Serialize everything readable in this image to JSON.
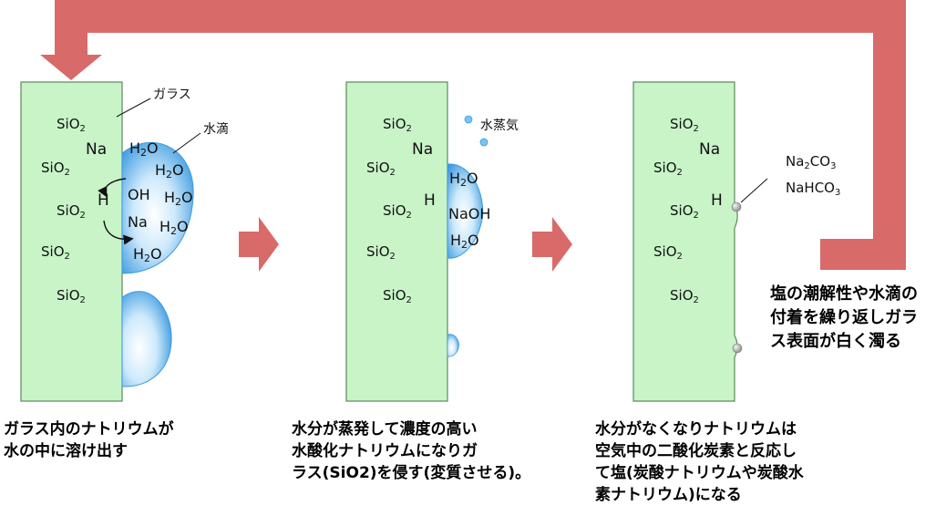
{
  "colors": {
    "glass_fill": "#c8f4c8",
    "glass_stroke": "#5a8a5a",
    "arrow": "#d96a6a",
    "water_light": "#d8eefa",
    "water_dark": "#3d9be0",
    "deposit": "#a8a8a8"
  },
  "panel1": {
    "glass_label": "ガラス",
    "drop_label": "水滴",
    "sio2": [
      "SiO",
      "SiO",
      "SiO",
      "SiO",
      "SiO"
    ],
    "sio2_sub": "2",
    "na": "Na",
    "h": "H",
    "drop_h2o": [
      "H",
      "H",
      "H",
      "H",
      "H"
    ],
    "h2o_sub": "2",
    "h2o_o": "O",
    "oh": "OH",
    "na_ion": "Na",
    "caption": [
      "ガラス内のナトリウムが",
      "水の中に溶け出す"
    ]
  },
  "panel2": {
    "vapor_label": "水蒸気",
    "sio2": [
      "SiO",
      "SiO",
      "SiO",
      "SiO",
      "SiO"
    ],
    "sio2_sub": "2",
    "na": "Na",
    "h": "H",
    "drop_h2o": [
      "H",
      "H"
    ],
    "h2o_sub": "2",
    "h2o_o": "O",
    "naoh": "NaOH",
    "caption": [
      "水分が蒸発して濃度の高い",
      "水酸化ナトリウムになりガ",
      "ラス(SiO2)を侵す(変質させる)。"
    ]
  },
  "panel3": {
    "sio2": [
      "SiO",
      "SiO",
      "SiO",
      "SiO",
      "SiO"
    ],
    "sio2_sub": "2",
    "na": "Na",
    "h": "H",
    "na2co3": [
      "Na",
      "2",
      "CO",
      "3"
    ],
    "nahco3": [
      "NaHCO",
      "3"
    ],
    "caption": [
      "水分がなくなりナトリウムは",
      "空気中の二酸化炭素と反応し",
      "て塩(炭酸ナトリウムや炭酸水",
      "素ナトリウム)になる"
    ]
  },
  "loop_caption": [
    "塩の潮解性や水滴の",
    "付着を繰り返しガラ",
    "ス表面が白く濁る"
  ]
}
